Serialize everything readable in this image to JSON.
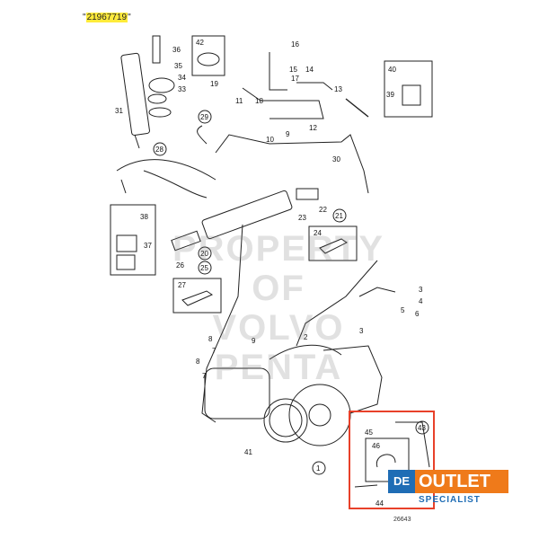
{
  "header": {
    "part_id": "21967719"
  },
  "watermark": {
    "line1": "PROPERTY OF",
    "line2": "VOLVO PENTA"
  },
  "drawing_number": "26643",
  "badge": {
    "de": "DE",
    "outlet": "OUTLET",
    "specialist": "SPECIALIST"
  },
  "colors": {
    "highlight_frame": "#e8412a",
    "outlet_orange": "#ef7a1a",
    "de_blue": "#1f6db5",
    "id_highlight": "#ffeb3b"
  },
  "callouts": [
    {
      "id": "c36",
      "text": "36"
    },
    {
      "id": "c35",
      "text": "35"
    },
    {
      "id": "c34",
      "text": "34"
    },
    {
      "id": "c33",
      "text": "33"
    },
    {
      "id": "c31",
      "text": "31"
    },
    {
      "id": "c42",
      "text": "42"
    },
    {
      "id": "c19",
      "text": "19"
    },
    {
      "id": "c16",
      "text": "16"
    },
    {
      "id": "c17",
      "text": "17"
    },
    {
      "id": "c15",
      "text": "15"
    },
    {
      "id": "c14",
      "text": "14"
    },
    {
      "id": "c13",
      "text": "13"
    },
    {
      "id": "c18",
      "text": "18"
    },
    {
      "id": "c11",
      "text": "11"
    },
    {
      "id": "c12",
      "text": "12"
    },
    {
      "id": "c29",
      "text": "29"
    },
    {
      "id": "c10",
      "text": "10"
    },
    {
      "id": "c9a",
      "text": "9"
    },
    {
      "id": "c30",
      "text": "30"
    },
    {
      "id": "c28",
      "text": "28"
    },
    {
      "id": "c22",
      "text": "22"
    },
    {
      "id": "c21",
      "text": "21"
    },
    {
      "id": "c23",
      "text": "23"
    },
    {
      "id": "c20",
      "text": "20"
    },
    {
      "id": "c26",
      "text": "26"
    },
    {
      "id": "c25",
      "text": "25"
    },
    {
      "id": "c24",
      "text": "24"
    },
    {
      "id": "c27",
      "text": "27"
    },
    {
      "id": "c38",
      "text": "38"
    },
    {
      "id": "c37",
      "text": "37"
    },
    {
      "id": "c40",
      "text": "40"
    },
    {
      "id": "c39",
      "text": "39"
    },
    {
      "id": "c3a",
      "text": "3"
    },
    {
      "id": "c4",
      "text": "4"
    },
    {
      "id": "c5",
      "text": "5"
    },
    {
      "id": "c6",
      "text": "6"
    },
    {
      "id": "c2",
      "text": "2"
    },
    {
      "id": "c3b",
      "text": "3"
    },
    {
      "id": "c8a",
      "text": "8"
    },
    {
      "id": "c7a",
      "text": "7"
    },
    {
      "id": "c9b",
      "text": "9"
    },
    {
      "id": "c8b",
      "text": "8"
    },
    {
      "id": "c7b",
      "text": "7"
    },
    {
      "id": "c41",
      "text": "41"
    },
    {
      "id": "c1",
      "text": "1"
    },
    {
      "id": "c45",
      "text": "45"
    },
    {
      "id": "c43",
      "text": "43"
    },
    {
      "id": "c46",
      "text": "46"
    },
    {
      "id": "c44",
      "text": "44"
    }
  ]
}
